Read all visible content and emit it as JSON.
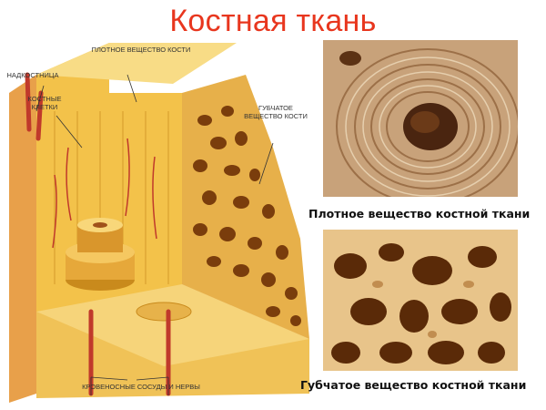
{
  "title": "Костная ткань",
  "illustration": {
    "labels": {
      "periosteum": "НАДКОСТНИЦА",
      "bone_cells": "КОСТНЫЕ КЛЕТКИ",
      "compact_substance": "ПЛОТНОЕ ВЕЩЕСТВО КОСТИ",
      "spongy_substance": "ГУБЧАТОЕ ВЕЩЕСТВО КОСТИ",
      "vessels": "КРОВЕНОСНЫЕ СОСУДЫ И НЕРВЫ"
    }
  },
  "photos": {
    "compact": {
      "caption": "Плотное вещество костной ткани"
    },
    "spongy": {
      "caption": "Губчатое вещество костной ткани"
    }
  },
  "colors": {
    "title": "#e8361e",
    "bone_yellow": "#f3c24a",
    "bone_light": "#f8dc86",
    "bone_dark": "#c98a1c",
    "vessel_red": "#c0392b",
    "photo_compact": "#c8a27a",
    "photo_spongy_hole": "#5a2a08"
  }
}
